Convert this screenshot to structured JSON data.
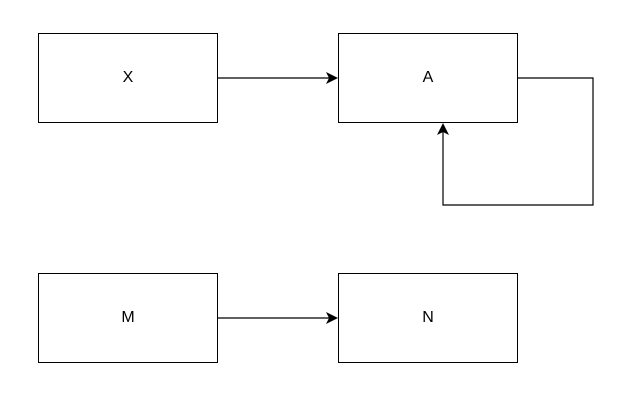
{
  "diagram": {
    "nodes": [
      {
        "id": "X",
        "label": "X"
      },
      {
        "id": "A",
        "label": "A"
      },
      {
        "id": "M",
        "label": "M"
      },
      {
        "id": "N",
        "label": "N"
      }
    ],
    "edges": [
      {
        "from": "X",
        "to": "A"
      },
      {
        "from": "A",
        "to": "A"
      },
      {
        "from": "M",
        "to": "N"
      }
    ],
    "colors": {
      "stroke": "#000000",
      "fill": "#ffffff",
      "text": "#000000"
    }
  }
}
